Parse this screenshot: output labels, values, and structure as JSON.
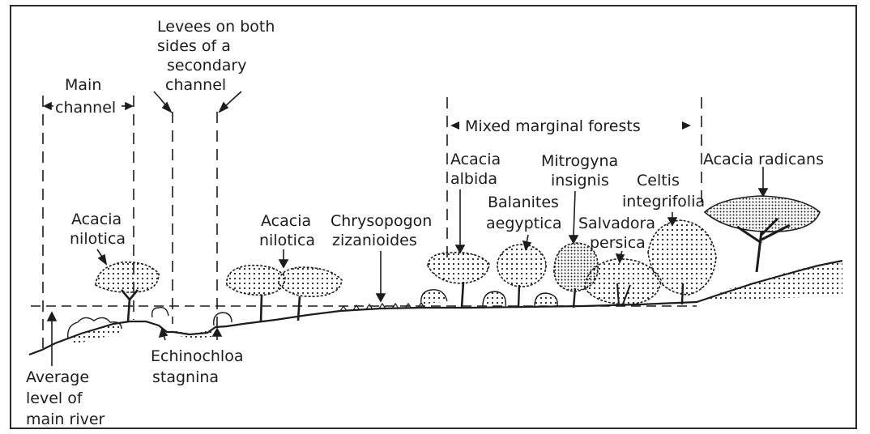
{
  "labels": {
    "main_channel": [
      "Main",
      "channel"
    ],
    "levees": [
      "Levees on both",
      "sides of a",
      "secondary",
      "channel"
    ],
    "acacia_nilotica_left": [
      "Acacia",
      "nilotica"
    ],
    "acacia_nilotica_mid": [
      "Acacia",
      "nilotica"
    ],
    "chrysopogon": [
      "Chrysopogon",
      "zizanioides"
    ],
    "mixed_marginal": "Mixed marginal forests",
    "acacia_albida": [
      "Acacia",
      "albida"
    ],
    "balanites": [
      "Balanites",
      "aegyptica"
    ],
    "mitrogyna": [
      "Mitrogyna",
      "insignis"
    ],
    "salvadora": [
      "Salvadora",
      "persica"
    ],
    "celtis": [
      "Celtis",
      "integrifolia"
    ],
    "acacia_radicans": "Acacia radicans",
    "echinochloa": [
      "Echinochloa",
      "stagnina"
    ],
    "average_level": [
      "Average",
      "level of",
      "main river"
    ]
  },
  "colors": {
    "ink": "#1c1c1c",
    "border": "#2a2a2a",
    "background": "#ffffff"
  }
}
